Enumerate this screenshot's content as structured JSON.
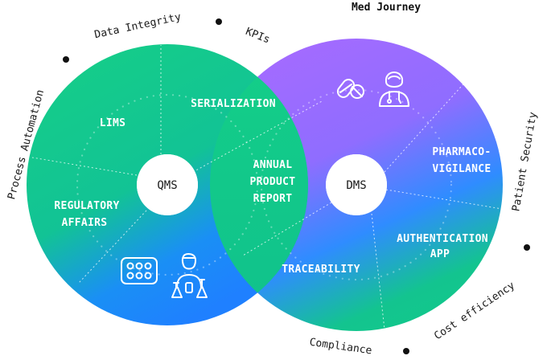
{
  "title": "Med Journey",
  "left_ring": {
    "center": "QMS",
    "segments": {
      "lims": "LIMS",
      "serialization": "SERIALIZATION",
      "regulatory": [
        "REGULATORY",
        "AFFAIRS"
      ]
    }
  },
  "right_ring": {
    "center": "DMS",
    "segments": {
      "pharmacovigilance": [
        "PHARMACO-",
        "VIGILANCE"
      ],
      "authentication": [
        "AUTHENTICATION",
        "APP"
      ],
      "traceability": "TRACEABILITY"
    }
  },
  "overlap": {
    "annual_report": [
      "ANNUAL",
      "PRODUCT",
      "REPORT"
    ]
  },
  "outer_labels": {
    "data_integrity": "Data Integrity",
    "kpis": "KPIs",
    "process_automation": "Process Automation",
    "patient_security": "Patient Security",
    "cost_efficiency": "Cost efficiency",
    "compliance": "Compliance"
  },
  "colors": {
    "green": "#12c98a",
    "blue": "#1f86ff",
    "purple": "#9b6bff",
    "white": "#ffffff",
    "text": "#1a1a1a"
  },
  "icons": [
    "pills-icon",
    "doctor-icon",
    "blister-pack-icon",
    "lab-scientist-icon"
  ]
}
